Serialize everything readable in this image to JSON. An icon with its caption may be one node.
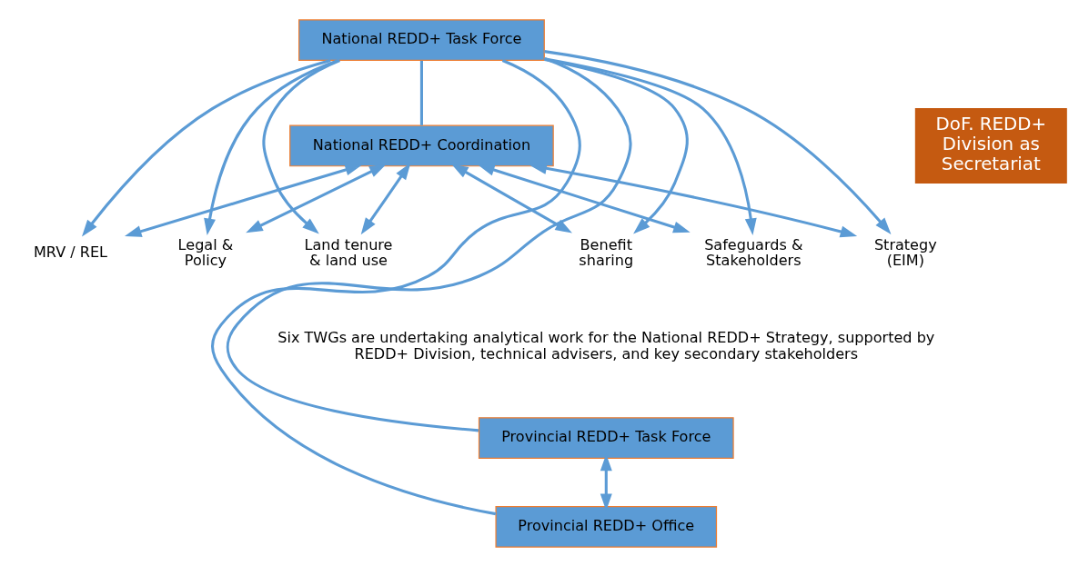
{
  "diagram": {
    "nodes": [
      {
        "text": [
          "National REDD+ Task Force"
        ]
      },
      {
        "text": [
          "National REDD+ Coordination"
        ]
      },
      {
        "text": [
          "DoF. REDD+ Division as Secretariat"
        ]
      },
      {
        "text": [
          "MRV / REL"
        ]
      },
      {
        "text": [
          "Legal & Policy"
        ]
      },
      {
        "text": [
          "Land tenure & land use"
        ]
      },
      {
        "text": [
          "Benefit sharing"
        ]
      },
      {
        "text": [
          "Safeguards & Stakeholders"
        ]
      },
      {
        "text": [
          "Strategy (EIM)"
        ]
      },
      {
        "text": [
          "Provincial REDD+ Task Force"
        ]
      },
      {
        "text": [
          "Provincial REDD+ Office"
        ]
      }
    ],
    "edges": [
      {
        "from": 0,
        "to": 1,
        "arrow": "none"
      },
      {
        "from": 0,
        "to": 3,
        "arrow": "to"
      },
      {
        "from": 0,
        "to": 4,
        "arrow": "to"
      },
      {
        "from": 0,
        "to": 5,
        "arrow": "to"
      },
      {
        "from": 0,
        "to": 6,
        "arrow": "to"
      },
      {
        "from": 0,
        "to": 7,
        "arrow": "to"
      },
      {
        "from": 0,
        "to": 8,
        "arrow": "to"
      },
      {
        "from": 1,
        "to": 3,
        "arrow": "both"
      },
      {
        "from": 1,
        "to": 4,
        "arrow": "both"
      },
      {
        "from": 1,
        "to": 5,
        "arrow": "both"
      },
      {
        "from": 1,
        "to": 6,
        "arrow": "both"
      },
      {
        "from": 1,
        "to": 7,
        "arrow": "both"
      },
      {
        "from": 1,
        "to": 8,
        "arrow": "both"
      },
      {
        "from": 0,
        "to": 9,
        "arrow": "none"
      },
      {
        "from": 9,
        "to": 10,
        "arrow": "both"
      },
      {
        "from": 0,
        "to": 10,
        "arrow": "none"
      }
    ],
    "labels": [
      "Six TWGs are undertaking analytical work for the National REDD+ Strategy, supported by REDD+ Division, technical advisers, and key secondary stakeholders"
    ]
  }
}
